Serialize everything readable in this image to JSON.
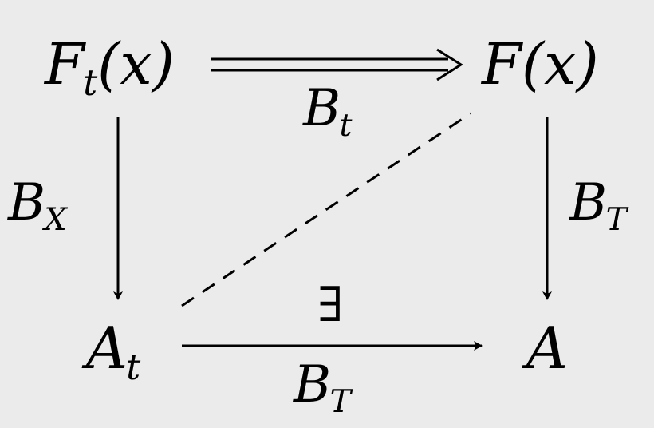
{
  "nodes": {
    "top_left": {
      "main": "F",
      "sub": "t",
      "arg": "(x)"
    },
    "top_right": {
      "main": "F",
      "arg": "(x)"
    },
    "bottom_left": {
      "main": "A",
      "sub": "t"
    },
    "bottom_right": {
      "main": "A"
    }
  },
  "edges": {
    "top": {
      "main": "B",
      "sub": "t"
    },
    "left": {
      "main": "B",
      "sub": "X"
    },
    "right": {
      "main": "B",
      "sub": "T"
    },
    "bottom": {
      "main": "B",
      "sub": "T"
    }
  },
  "exists_symbol": "∃",
  "colors": {
    "background": "#ebebeb",
    "ink": "#000000"
  }
}
